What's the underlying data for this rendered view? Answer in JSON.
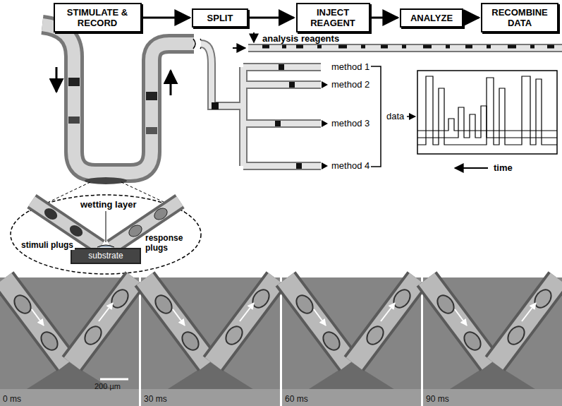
{
  "diagram": {
    "nodes": [
      {
        "text": [
          "STIMULATE & RECORD"
        ]
      },
      {
        "text": [
          "SPLIT"
        ]
      },
      {
        "text": [
          "INJECT REAGENT"
        ]
      },
      {
        "text": [
          "ANALYZE"
        ]
      },
      {
        "text": [
          "RECOMBINE DATA"
        ]
      },
      {
        "text": [
          "substrate"
        ]
      }
    ],
    "edges": [
      {
        "from": 0,
        "to": 1,
        "arrow": "to"
      },
      {
        "from": 1,
        "to": 2,
        "arrow": "to"
      },
      {
        "from": 2,
        "to": 3,
        "arrow": "to"
      },
      {
        "from": 3,
        "to": 4,
        "arrow": "to"
      }
    ],
    "labels": [
      "analysis reagents",
      "method 1",
      "method 2",
      "method 3",
      "method 4",
      "data",
      "time",
      "wetting layer",
      "stimuli plugs",
      "response plugs",
      "0 ms",
      "200 µm",
      "30 ms",
      "60 ms",
      "90 ms"
    ]
  }
}
